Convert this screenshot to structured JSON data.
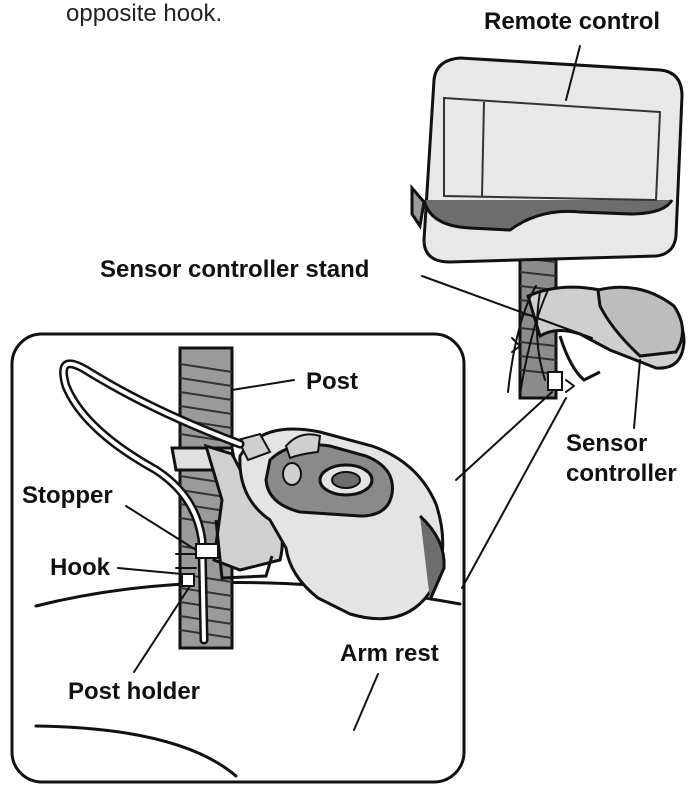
{
  "header": {
    "text": "opposite hook."
  },
  "labels": {
    "remote_control": "Remote control",
    "sensor_controller_stand": "Sensor controller stand",
    "post": "Post",
    "stopper": "Stopper",
    "hook": "Hook",
    "post_holder": "Post holder",
    "arm_rest": "Arm rest",
    "sensor_controller_line1": "Sensor",
    "sensor_controller_line2": "controller"
  },
  "colors": {
    "ink": "#111111",
    "fill_light": "#d9d9d9",
    "fill_mid": "#9a9a9a",
    "fill_dark": "#6d6d6d"
  }
}
